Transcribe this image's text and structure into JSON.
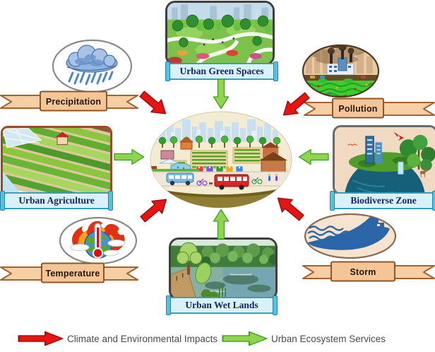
{
  "legend": {
    "impacts_label": "Climate and Environmental Impacts",
    "services_label": "Urban Ecosystem Services",
    "impact_arrow_color": "#e81313",
    "service_arrow_color": "#90d44e"
  },
  "nodes": {
    "precipitation": {
      "label": "Precipitation",
      "category": "impact",
      "icon": "rain-cloud-icon"
    },
    "urban_green_spaces": {
      "label": "Urban Green Spaces",
      "category": "service",
      "icon": "city-park-illustration"
    },
    "pollution": {
      "label": "Pollution",
      "category": "impact",
      "icon": "factory-smog-icon"
    },
    "urban_agriculture": {
      "label": "Urban Agriculture",
      "category": "service",
      "icon": "garden-beds-illustration"
    },
    "biodiverse_zone": {
      "label": "Biodiverse Zone",
      "category": "service",
      "icon": "globe-jungle-illustration"
    },
    "temperature": {
      "label": "Temperature",
      "category": "impact",
      "icon": "burning-globe-thermometer-icon"
    },
    "urban_wet_lands": {
      "label": "Urban Wet Lands",
      "category": "service",
      "icon": "wetland-pond-illustration"
    },
    "storm": {
      "label": "Storm",
      "category": "impact",
      "icon": "storm-wave-icon"
    }
  },
  "center": {
    "name": "urban-ecosystem-town-scene"
  },
  "colors": {
    "ribbon_fill": "#f6cfa4",
    "ribbon_border": "#a5622d",
    "label_fill": "#d9f1fb",
    "label_border": "#2f9fc4",
    "label_text": "#16246b"
  }
}
